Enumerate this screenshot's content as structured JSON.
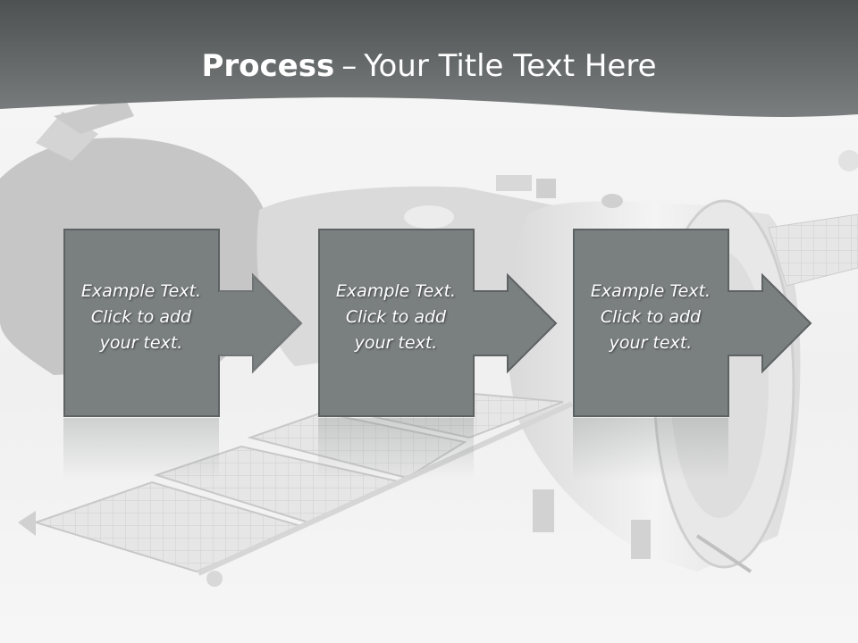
{
  "slide": {
    "title_bold": "Process",
    "title_separator": "–",
    "title_rest": "Your Title Text Here"
  },
  "steps": [
    {
      "line1": "Example Text.",
      "line2": "Click  to add",
      "line3": "your text."
    },
    {
      "line1": "Example Text.",
      "line2": "Click  to add",
      "line3": "your text."
    },
    {
      "line1": "Example Text.",
      "line2": "Click  to add",
      "line3": "your text."
    }
  ],
  "colors": {
    "header": "#5b5e5e",
    "box_fill": "#7a7f7f",
    "box_border": "#5e6262",
    "text": "#ffffff"
  },
  "icons": [
    "satellite-illustration",
    "arrow-right-icon"
  ]
}
